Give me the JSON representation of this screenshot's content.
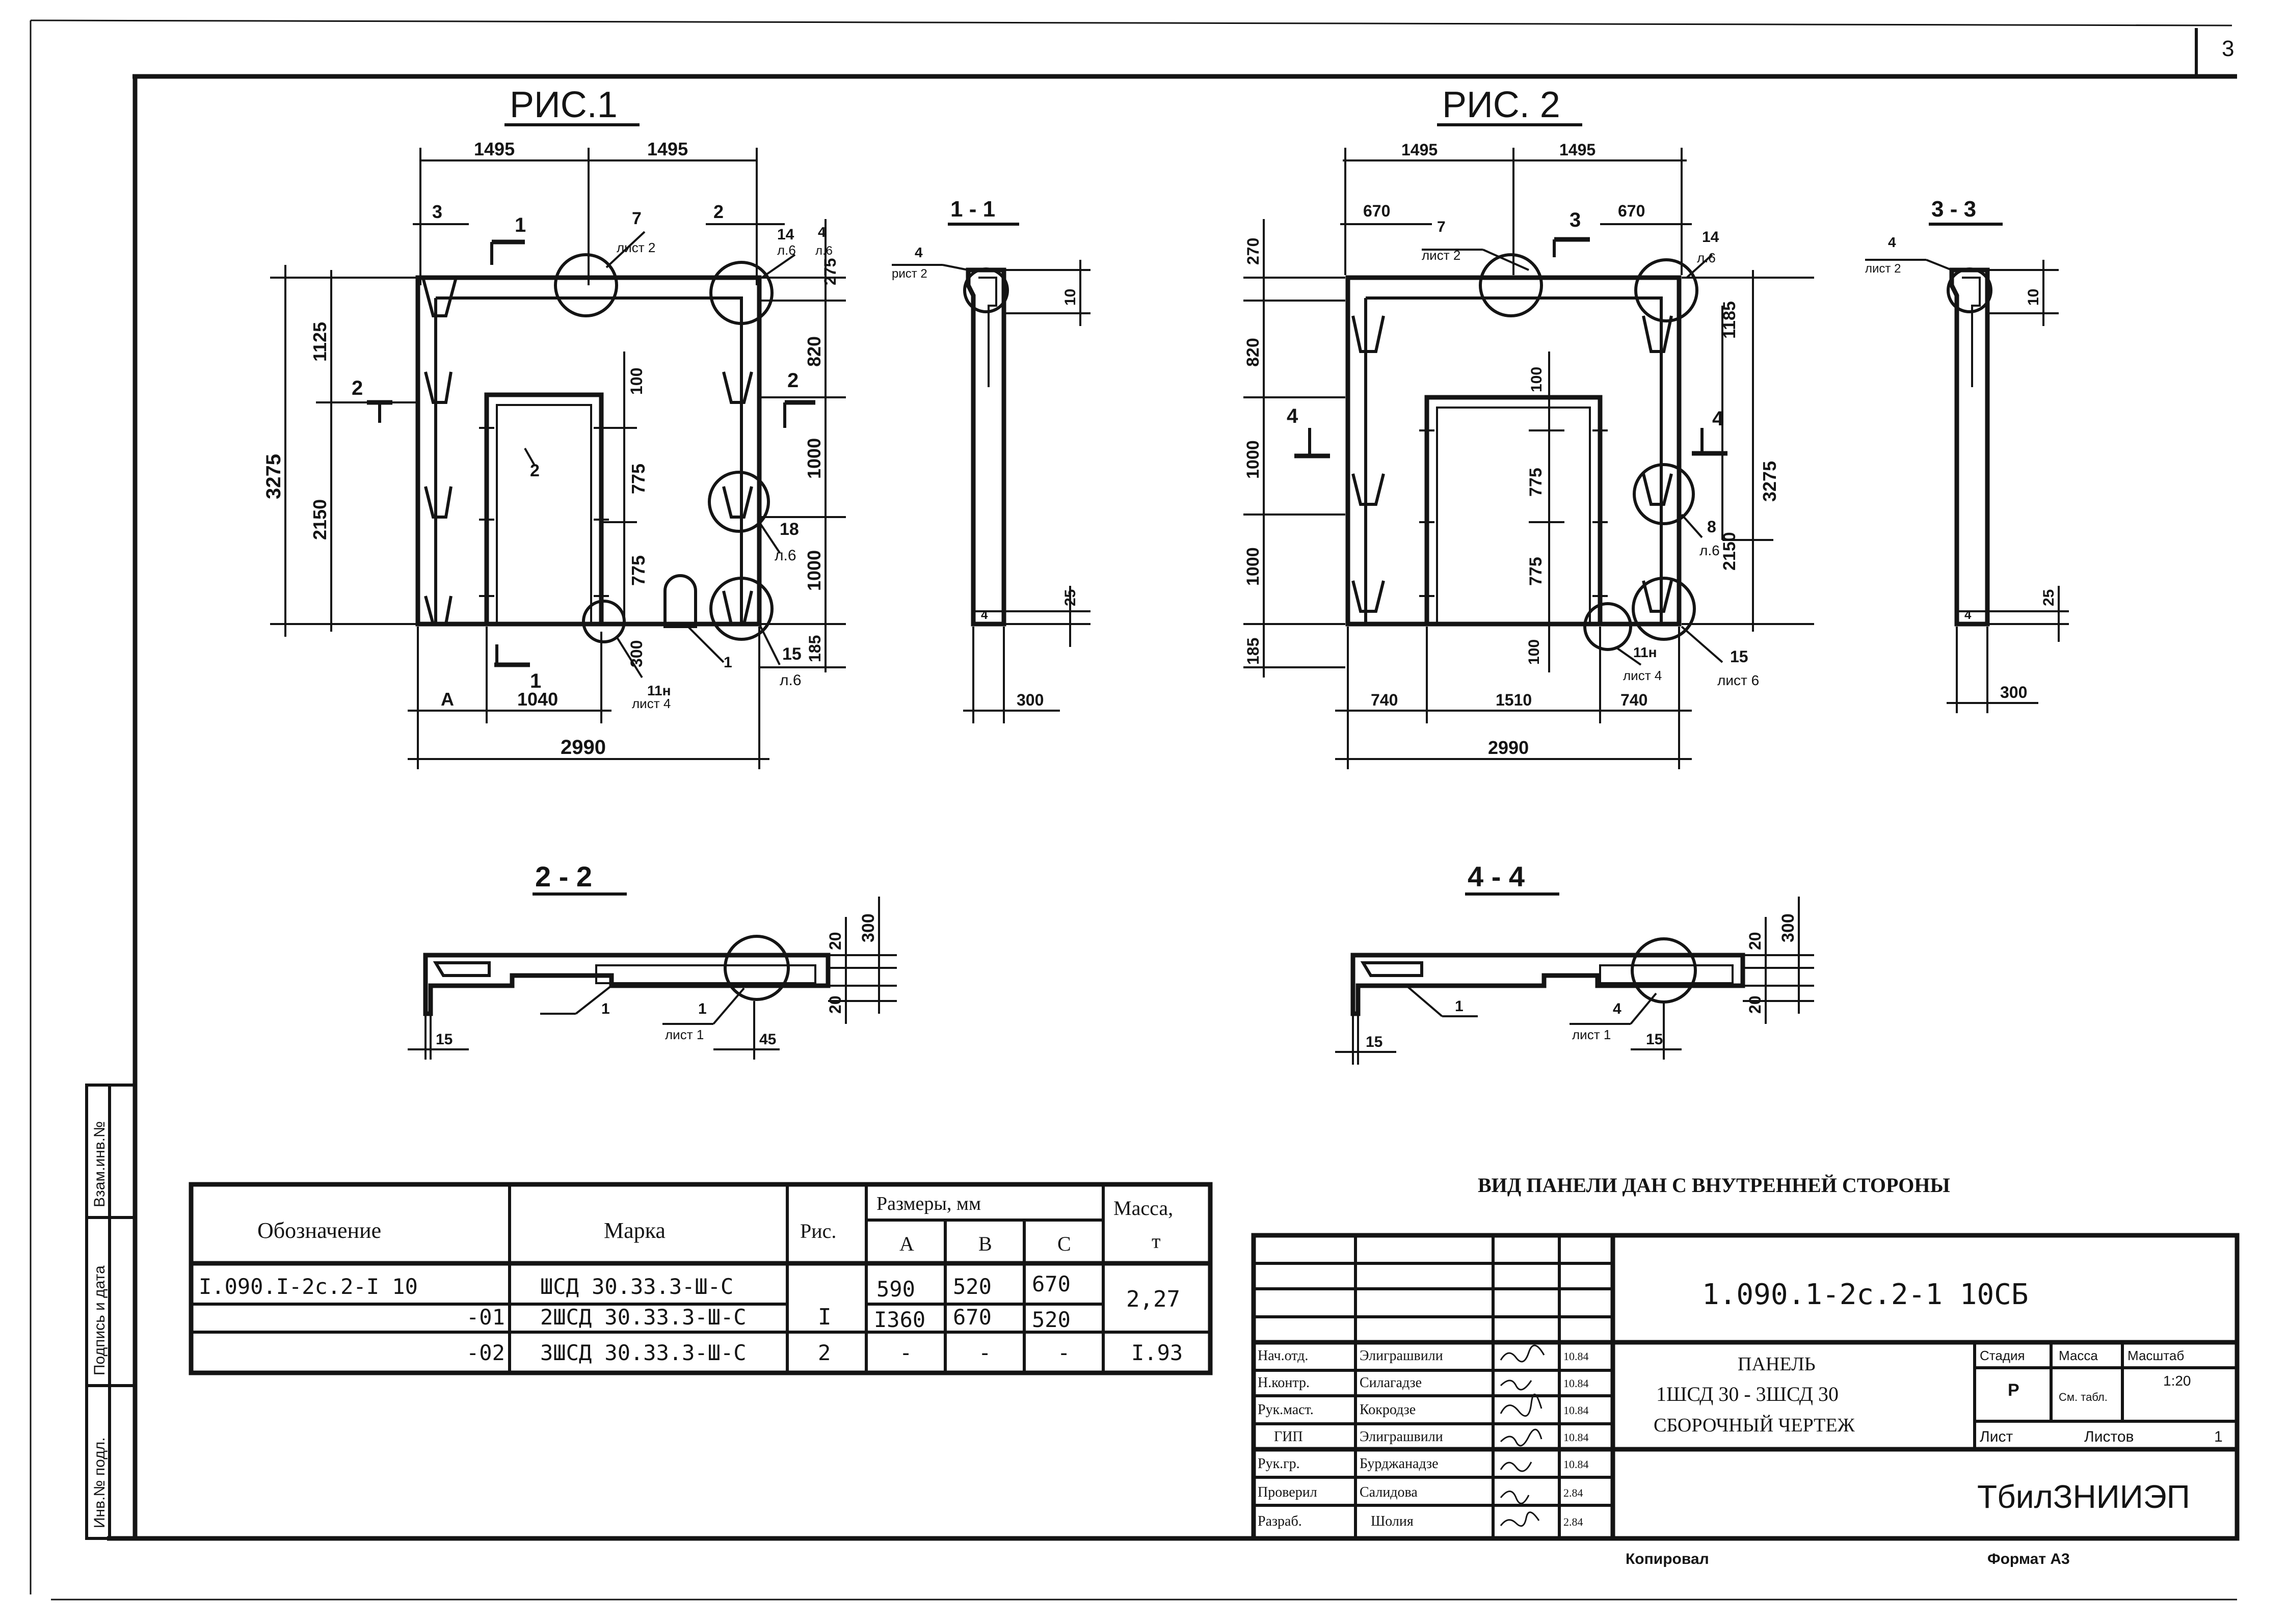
{
  "sheet": {
    "page_no": "3"
  },
  "fig1": {
    "title": "РИС.1",
    "dims": {
      "d1495a": "1495",
      "d1495b": "1495",
      "d3": "3",
      "d2": "2",
      "d4": "4",
      "d6": "л.6",
      "d275": "275",
      "d3275": "3275",
      "d1125": "1125",
      "d2150": "2150",
      "d820": "820",
      "d1000a": "1000",
      "d1000b": "1000",
      "d185": "185",
      "d100": "100",
      "d775a": "775",
      "d775b": "775",
      "d300": "300",
      "dA": "А",
      "d1040": "1040",
      "d2990": "2990"
    },
    "callouts": {
      "c7": "7",
      "c7s": "лист 2",
      "c14": "14",
      "c14s": "л.6",
      "c18": "18",
      "c18s": "л.6",
      "c15": "15",
      "c15s": "л.6",
      "c11": "11н",
      "c11s": "лист 4",
      "c1": "1",
      "c2": "2"
    },
    "sections": {
      "s1a": "1",
      "s1b": "1",
      "s2a": "2",
      "s2b": "2"
    }
  },
  "sec11": {
    "title": "1 - 1",
    "c4": "4",
    "c4s": "рист 2",
    "d10": "10",
    "d25": "25",
    "d4": "4",
    "d300": "300"
  },
  "fig2": {
    "title": "РИС. 2",
    "dims": {
      "d1495a": "1495",
      "d1495b": "1495",
      "d670a": "670",
      "d670b": "670",
      "d270": "270",
      "d820": "820",
      "d1000a": "1000",
      "d1000b": "1000",
      "d185": "185",
      "d100": "100",
      "d775a": "775",
      "d775b": "775",
      "d100b": "100",
      "d1185": "1185",
      "d3275": "3275",
      "d2150": "2150",
      "d740a": "740",
      "d1510": "1510",
      "d740b": "740",
      "d2990": "2990"
    },
    "callouts": {
      "c7": "7",
      "c7s": "лист 2",
      "c14": "14",
      "c14s": "л.6",
      "c8": "8",
      "c8s": "л.6",
      "c15": "15",
      "c15s": "лист 6",
      "c11": "11н",
      "c11s": "лист 4"
    },
    "sections": {
      "s3": "3",
      "s4a": "4",
      "s4b": "4"
    }
  },
  "sec33": {
    "title": "3 - 3",
    "c4": "4",
    "c4s": "лист 2",
    "d10": "10",
    "d25": "25",
    "d4": "4",
    "d300": "300"
  },
  "sec22": {
    "title": "2 - 2",
    "d20a": "20",
    "d20b": "20",
    "d300": "300",
    "d15": "15",
    "d45": "45",
    "c1": "1",
    "c1b": "1",
    "c1s": "лист 1"
  },
  "sec44": {
    "title": "4 - 4",
    "d20a": "20",
    "d20b": "20",
    "d300": "300",
    "d15": "15",
    "d15b": "15",
    "c1": "1",
    "c4": "4",
    "c4s": "лист 1"
  },
  "view_note": "ВИД ПАНЕЛИ ДАН С ВНУТРЕННЕЙ СТОРОНЫ",
  "spec": {
    "headers": {
      "designation": "Обозначение",
      "mark": "Марка",
      "fig": "Рис.",
      "sizes": "Размеры, мм",
      "a": "А",
      "b": "В",
      "c": "С",
      "mass": "Масса,",
      "mass_unit": "т"
    },
    "rows": [
      {
        "designation": "I.090.I-2с.2-I 10",
        "mark": "ШСД 30.33.3-Ш-С",
        "a": "590",
        "b": "520",
        "c": "670"
      },
      {
        "designation": "-01",
        "mark": "2ШСД 30.33.3-Ш-С",
        "a": "I360",
        "b": "670",
        "c": "520"
      },
      {
        "designation": "-02",
        "mark": "3ШСД 30.33.3-Ш-С",
        "fig": "2",
        "a": "-",
        "b": "-",
        "c": "-",
        "mass": "I.93"
      }
    ],
    "fig_rows01": "I",
    "mass_rows01": "2,27"
  },
  "title_block": {
    "doc_code": "1.090.1-2с.2-1  10СБ",
    "name_l1": "ПАНЕЛЬ",
    "name_l2": "1ШСД 30 - 3ШСД 30",
    "name_l3": "СБОРОЧНЫЙ  ЧЕРТЕЖ",
    "stage_h": "Стадия",
    "mass_h": "Масса",
    "scale_h": "Масштаб",
    "stage": "Р",
    "mass": "См. табл.",
    "scale": "1:20",
    "sheet_h": "Лист",
    "sheets_h": "Листов",
    "sheets": "1",
    "org": "ТбилЗНИИЭП",
    "staff": [
      {
        "role": "Нач.отд.",
        "name": "Элиграшвили",
        "date": "10.84"
      },
      {
        "role": "Н.контр.",
        "name": "Силагадзе",
        "date": "10.84"
      },
      {
        "role": "Рук.маст.",
        "name": "Кокродзе",
        "date": "10.84"
      },
      {
        "role": "ГИП",
        "name": "Элиграшвили",
        "date": "10.84"
      },
      {
        "role": "Рук.гр.",
        "name": "Бурджанадзе",
        "date": "10.84"
      },
      {
        "role": "Проверил",
        "name": "Салидова",
        "date": "2.84"
      },
      {
        "role": "Разраб.",
        "name": "Шолия",
        "date": "2.84"
      }
    ],
    "copied": "Копировал",
    "format": "Формат А3"
  },
  "side_stamp": {
    "inv_orig": "Инв.№ подл.",
    "sign_date": "Подпись и дата",
    "inv_dup": "Взам.инв.№"
  }
}
